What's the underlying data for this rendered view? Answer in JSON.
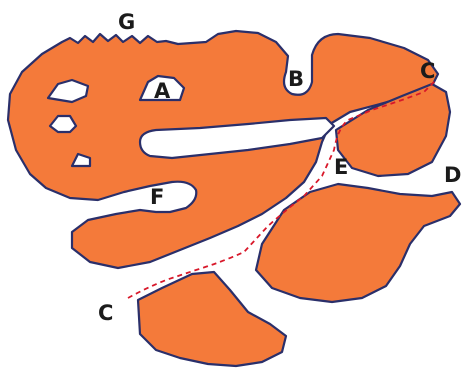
{
  "labels": {
    "g": "G",
    "a": "A",
    "b": "B",
    "c_top": "C",
    "e": "E",
    "d": "D",
    "f": "F",
    "c_bottom": "C"
  },
  "colors": {
    "land": "#f47a3a",
    "outline": "#2a2f6a",
    "route": "#d8182a",
    "background": "#ffffff"
  }
}
